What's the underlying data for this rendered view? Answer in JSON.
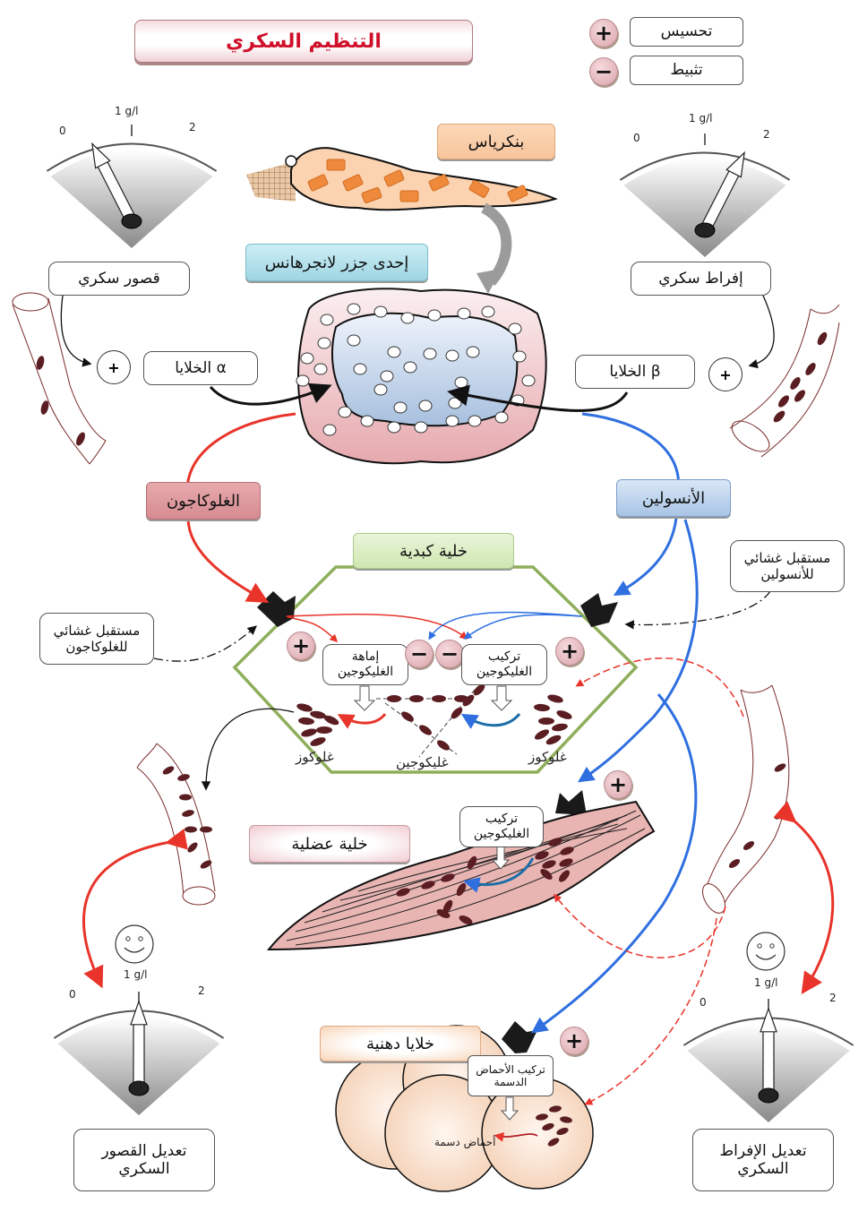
{
  "title": "التنظيم السكري",
  "legend": {
    "activation": {
      "symbol": "+",
      "label": "تحسيس"
    },
    "inhibition": {
      "symbol": "−",
      "label": "تثبيط"
    }
  },
  "gauges": {
    "hypoglycemia": {
      "label": "قصور سكري",
      "scale_min": "0",
      "scale_mid": "1 g/l",
      "scale_max": "2",
      "reading_g_per_l": 0.4
    },
    "hyperglycemia": {
      "label": "إفراط سكري",
      "scale_min": "0",
      "scale_mid": "1 g/l",
      "scale_max": "2",
      "reading_g_per_l": 1.6
    },
    "hypo_corrected": {
      "label": "تعديل القصور السكري",
      "scale_min": "0",
      "scale_mid": "1 g/l",
      "scale_max": "2",
      "reading_g_per_l": 1.0
    },
    "hyper_corrected": {
      "label": "تعديل الإفراط السكري",
      "scale_min": "0",
      "scale_mid": "1 g/l",
      "scale_max": "2",
      "reading_g_per_l": 1.0
    }
  },
  "pancreas": {
    "label": "بنكرياس"
  },
  "islet": {
    "label": "إحدى جزر لانجرهانس"
  },
  "cells": {
    "alpha": "α الخلايا",
    "beta": "β الخلايا",
    "stimulus_symbol": "+"
  },
  "hormones": {
    "glucagon": "الغلوكاجون",
    "insulin": "الأنسولين"
  },
  "receptors": {
    "glucagon": "مستقبل غشائي للغلوكاجون",
    "insulin": "مستقبل غشائي للأنسولين"
  },
  "liver": {
    "label": "خلية كبدية",
    "glycogenolysis": "إماهة الغليكوجين",
    "glycogenesis": "تركيب الغليكوجين",
    "glucose_left": "غلوكوز",
    "glycogen": "غليكوجين",
    "glucose_right": "غلوكوز"
  },
  "muscle": {
    "label": "خلية عضلية",
    "glycogenesis": "تركيب الغليكوجين"
  },
  "adipose": {
    "label": "خلايا دهنية",
    "lipogenesis": "تركيب الأحماض الدسمة",
    "fatty_acids": "أحماض دسمة"
  },
  "signs": {
    "plus": "+",
    "minus": "−"
  },
  "colors": {
    "glucagon_path": "#e8342a",
    "insulin_path": "#2f6fe0",
    "liver_outline": "#8fae5a",
    "title_text": "#d0102a",
    "glucose_dot": "#5a1e22"
  }
}
